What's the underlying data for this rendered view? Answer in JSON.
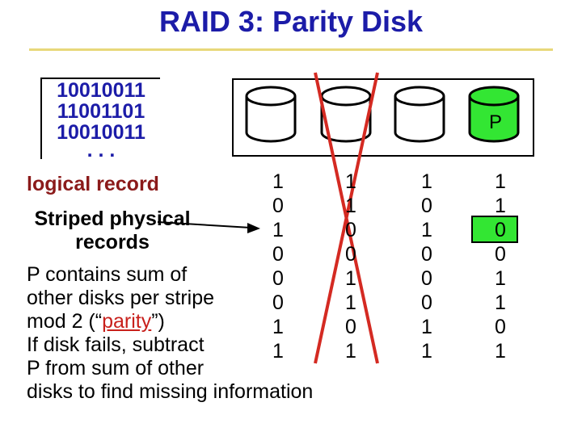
{
  "title": "RAID 3: Parity Disk",
  "logical_record": {
    "lines": [
      "10010011",
      "11001101",
      "10010011",
      ". . ."
    ],
    "label": "logical record"
  },
  "striped_label": {
    "line1": "Striped physical",
    "line2": "records"
  },
  "description": {
    "line1": "P contains sum of",
    "line2": "other disks per stripe",
    "line3_prefix": "mod 2 (“",
    "line3_link": "parity",
    "line3_suffix": "”)",
    "line4": "If disk fails, subtract",
    "line5": "P from sum of other",
    "line6": "disks to find missing information"
  },
  "parity_disk_label": "P",
  "disk_columns": [
    {
      "bits": [
        "1",
        "0",
        "1",
        "0",
        "0",
        "0",
        "1",
        "1"
      ],
      "failed": false
    },
    {
      "bits": [
        "1",
        "1",
        "0",
        "0",
        "1",
        "1",
        "0",
        "1"
      ],
      "failed": true
    },
    {
      "bits": [
        "1",
        "0",
        "1",
        "0",
        "0",
        "0",
        "1",
        "1"
      ],
      "failed": false
    },
    {
      "bits": [
        "1",
        "1",
        "0",
        "0",
        "1",
        "1",
        "0",
        "1"
      ],
      "failed": false,
      "parity": true
    }
  ],
  "colors": {
    "title": "#1c1ca8",
    "failure_cross": "#d42a22",
    "parity_highlight": "#33e633",
    "logical_label": "#8b1a1a"
  }
}
